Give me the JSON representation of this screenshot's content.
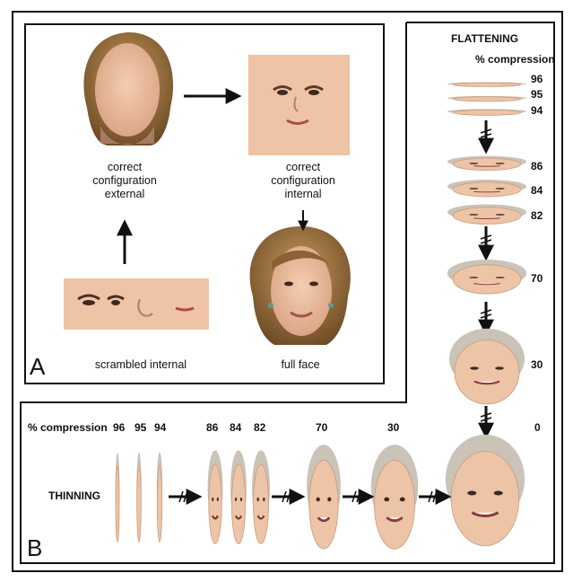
{
  "panel_a": {
    "letter": "A",
    "ext_label": [
      "correct",
      "configuration",
      "external"
    ],
    "int_label": [
      "correct",
      "configuration",
      "internal"
    ],
    "scrambled_label": "scrambled internal",
    "full_label": "full face"
  },
  "flattening": {
    "title": "FLATTENING",
    "subtitle": "% compression",
    "values": [
      "96",
      "95",
      "94",
      "86",
      "84",
      "82",
      "70",
      "30",
      "0"
    ]
  },
  "panel_b": {
    "letter": "B",
    "compression_label": "% compression",
    "thinning_label": "THINNING",
    "values": [
      "96",
      "95",
      "94",
      "86",
      "84",
      "82",
      "70",
      "30"
    ]
  },
  "colors": {
    "skin": "#eec4a6",
    "hair": "#a57a45",
    "gray_hair": "#c9c3b8",
    "line": "#111111"
  }
}
